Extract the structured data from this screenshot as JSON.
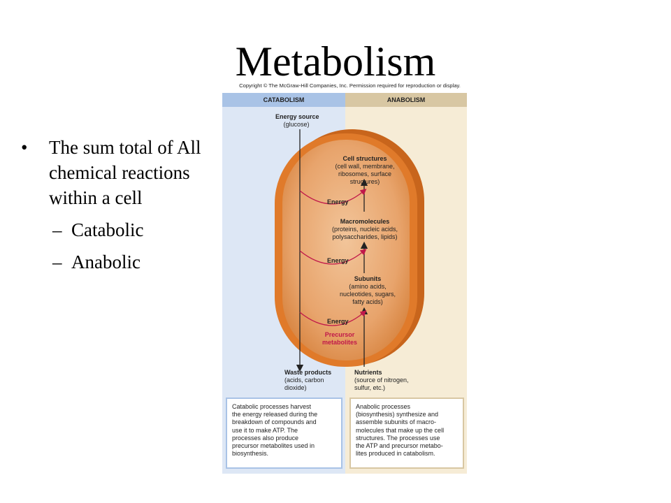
{
  "slide": {
    "title": "Metabolism",
    "bullet_marker": "•",
    "bullet_text": "The sum total of All chemical reactions within a cell",
    "sub_dash": "–",
    "sub_items": [
      "Catabolic",
      "Anabolic"
    ]
  },
  "figure": {
    "copyright": "Copyright © The McGraw-Hill Companies, Inc. Permission required for reproduction or display.",
    "catabolism_header": "CATABOLISM",
    "anabolism_header": "ANABOLISM",
    "energy_source": {
      "title": "Energy source",
      "sub": "(glucose)"
    },
    "cell_structures": {
      "title": "Cell structures",
      "lines": [
        "(cell wall, membrane,",
        "ribosomes, surface",
        "structures)"
      ]
    },
    "macromolecules": {
      "title": "Macromolecules",
      "lines": [
        "(proteins, nucleic acids,",
        "polysaccharides, lipids)"
      ]
    },
    "subunits": {
      "title": "Subunits",
      "lines": [
        "(amino acids,",
        "nucleotides, sugars,",
        "fatty acids)"
      ]
    },
    "energy_label": "Energy",
    "precursor": [
      "Precursor",
      "metabolites"
    ],
    "waste_products": {
      "title": "Waste products",
      "lines": [
        "(acids, carbon",
        "dioxide)"
      ]
    },
    "nutrients": {
      "title": "Nutrients",
      "lines": [
        "(source of nitrogen,",
        "sulfur, etc.)"
      ]
    },
    "catabolic_desc": "Catabolic processes harvest\nthe energy released during the\nbreakdown of compounds and\nuse it to make ATP. The\nprocesses also produce\nprecursor metabolites used in\nbiosynthesis.",
    "anabolic_desc": "Anabolic processes\n(biosynthesis) synthesize and\nassemble subunits of macro-\nmolecules that make up the cell\nstructures. The processes use\nthe ATP and precursor metabo-\nlites produced in catabolism.",
    "colors": {
      "catabolism_bg": "#dde7f5",
      "anabolism_bg": "#f6ecd6",
      "cell_orange": "#e07a2a",
      "energy_arrow": "#c0184a"
    }
  }
}
